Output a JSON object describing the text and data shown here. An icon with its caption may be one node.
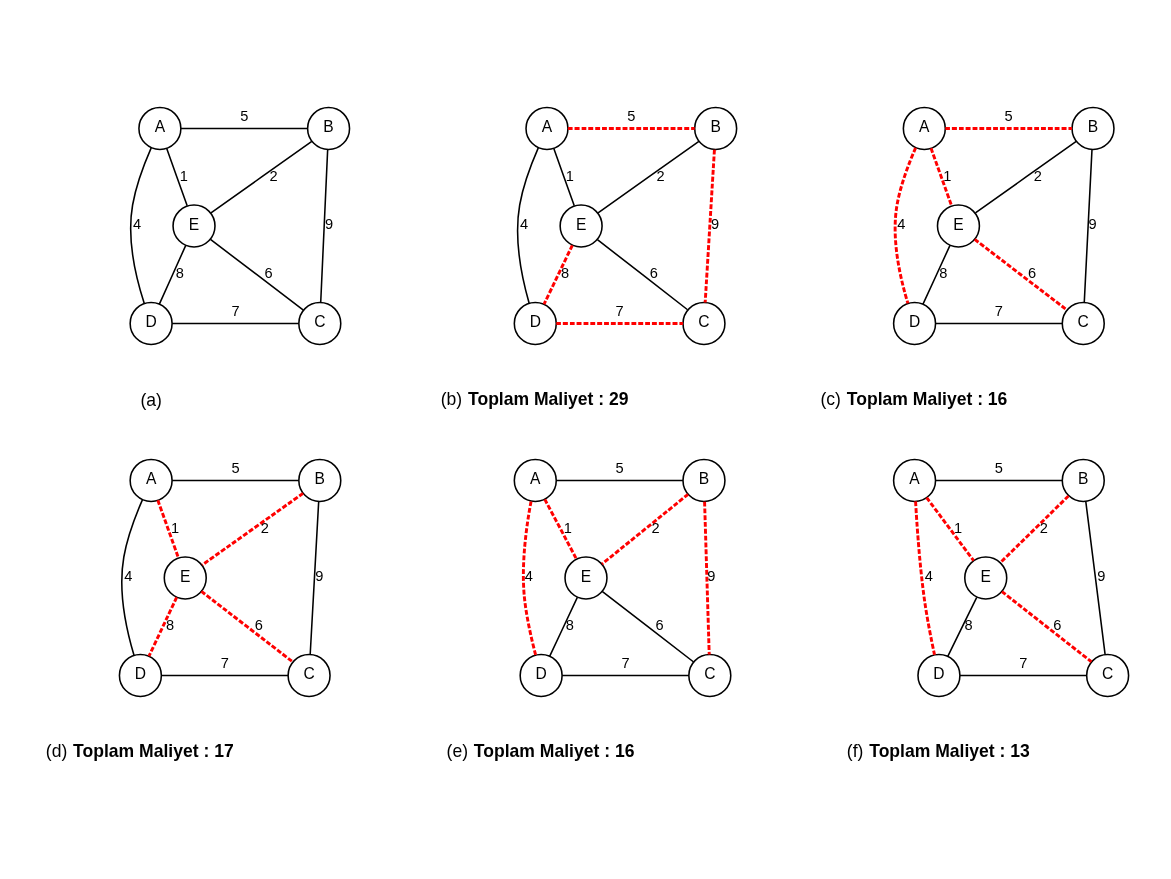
{
  "diagram": {
    "nodes": [
      {
        "text": [
          "A"
        ]
      },
      {
        "text": [
          "B"
        ]
      },
      {
        "text": [
          "E"
        ]
      },
      {
        "text": [
          "D"
        ]
      },
      {
        "text": [
          "C"
        ]
      },
      {
        "text": [
          "A"
        ]
      },
      {
        "text": [
          "B"
        ]
      },
      {
        "text": [
          "E"
        ]
      },
      {
        "text": [
          "D"
        ]
      },
      {
        "text": [
          "C"
        ]
      },
      {
        "text": [
          "A"
        ]
      },
      {
        "text": [
          "B"
        ]
      },
      {
        "text": [
          "E"
        ]
      },
      {
        "text": [
          "D"
        ]
      },
      {
        "text": [
          "C"
        ]
      },
      {
        "text": [
          "A"
        ]
      },
      {
        "text": [
          "B"
        ]
      },
      {
        "text": [
          "E"
        ]
      },
      {
        "text": [
          "D"
        ]
      },
      {
        "text": [
          "C"
        ]
      },
      {
        "text": [
          "A"
        ]
      },
      {
        "text": [
          "B"
        ]
      },
      {
        "text": [
          "E"
        ]
      },
      {
        "text": [
          "D"
        ]
      },
      {
        "text": [
          "C"
        ]
      },
      {
        "text": [
          "A"
        ]
      },
      {
        "text": [
          "B"
        ]
      },
      {
        "text": [
          "E"
        ]
      },
      {
        "text": [
          "D"
        ]
      },
      {
        "text": [
          "C"
        ]
      }
    ],
    "edges": [
      {
        "from": 0,
        "to": 1,
        "arrow": "none",
        "label": "5"
      },
      {
        "from": 0,
        "to": 2,
        "arrow": "none",
        "label": "1"
      },
      {
        "from": 1,
        "to": 2,
        "arrow": "none",
        "label": "2"
      },
      {
        "from": 0,
        "to": 3,
        "arrow": "none",
        "label": "4"
      },
      {
        "from": 1,
        "to": 4,
        "arrow": "none",
        "label": "9"
      },
      {
        "from": 2,
        "to": 3,
        "arrow": "none",
        "label": "8"
      },
      {
        "from": 2,
        "to": 4,
        "arrow": "none",
        "label": "6"
      },
      {
        "from": 3,
        "to": 4,
        "arrow": "none",
        "label": "7"
      },
      {
        "from": 5,
        "to": 6,
        "arrow": "none",
        "label": "5",
        "style": "dashed",
        "color": "#ff0000"
      },
      {
        "from": 5,
        "to": 7,
        "arrow": "none",
        "label": "1"
      },
      {
        "from": 6,
        "to": 7,
        "arrow": "none",
        "label": "2"
      },
      {
        "from": 5,
        "to": 8,
        "arrow": "none",
        "label": "4"
      },
      {
        "from": 6,
        "to": 9,
        "arrow": "none",
        "label": "9",
        "style": "dashed",
        "color": "#ff0000"
      },
      {
        "from": 7,
        "to": 8,
        "arrow": "none",
        "label": "8",
        "style": "dashed",
        "color": "#ff0000"
      },
      {
        "from": 7,
        "to": 9,
        "arrow": "none",
        "label": "6"
      },
      {
        "from": 8,
        "to": 9,
        "arrow": "none",
        "label": "7",
        "style": "dashed",
        "color": "#ff0000"
      },
      {
        "from": 10,
        "to": 11,
        "arrow": "none",
        "label": "5",
        "style": "dashed",
        "color": "#ff0000"
      },
      {
        "from": 10,
        "to": 12,
        "arrow": "none",
        "label": "1",
        "style": "dashed",
        "color": "#ff0000"
      },
      {
        "from": 11,
        "to": 12,
        "arrow": "none",
        "label": "2"
      },
      {
        "from": 10,
        "to": 13,
        "arrow": "none",
        "label": "4",
        "style": "dashed",
        "color": "#ff0000"
      },
      {
        "from": 11,
        "to": 14,
        "arrow": "none",
        "label": "9"
      },
      {
        "from": 12,
        "to": 13,
        "arrow": "none",
        "label": "8"
      },
      {
        "from": 12,
        "to": 14,
        "arrow": "none",
        "label": "6",
        "style": "dashed",
        "color": "#ff0000"
      },
      {
        "from": 13,
        "to": 14,
        "arrow": "none",
        "label": "7"
      },
      {
        "from": 15,
        "to": 16,
        "arrow": "none",
        "label": "5"
      },
      {
        "from": 15,
        "to": 17,
        "arrow": "none",
        "label": "1",
        "style": "dashed",
        "color": "#ff0000"
      },
      {
        "from": 16,
        "to": 17,
        "arrow": "none",
        "label": "2",
        "style": "dashed",
        "color": "#ff0000"
      },
      {
        "from": 15,
        "to": 18,
        "arrow": "none",
        "label": "4"
      },
      {
        "from": 16,
        "to": 19,
        "arrow": "none",
        "label": "9"
      },
      {
        "from": 17,
        "to": 18,
        "arrow": "none",
        "label": "8",
        "style": "dashed",
        "color": "#ff0000"
      },
      {
        "from": 17,
        "to": 19,
        "arrow": "none",
        "label": "6",
        "style": "dashed",
        "color": "#ff0000"
      },
      {
        "from": 18,
        "to": 19,
        "arrow": "none",
        "label": "7"
      },
      {
        "from": 20,
        "to": 21,
        "arrow": "none",
        "label": "5"
      },
      {
        "from": 20,
        "to": 22,
        "arrow": "none",
        "label": "1",
        "style": "dashed",
        "color": "#ff0000"
      },
      {
        "from": 21,
        "to": 22,
        "arrow": "none",
        "label": "2",
        "style": "dashed",
        "color": "#ff0000"
      },
      {
        "from": 20,
        "to": 23,
        "arrow": "none",
        "label": "4",
        "style": "dashed",
        "color": "#ff0000"
      },
      {
        "from": 21,
        "to": 24,
        "arrow": "none",
        "label": "9",
        "style": "dashed",
        "color": "#ff0000"
      },
      {
        "from": 22,
        "to": 23,
        "arrow": "none",
        "label": "8"
      },
      {
        "from": 22,
        "to": 24,
        "arrow": "none",
        "label": "6"
      },
      {
        "from": 23,
        "to": 24,
        "arrow": "none",
        "label": "7"
      },
      {
        "from": 25,
        "to": 26,
        "arrow": "none",
        "label": "5"
      },
      {
        "from": 25,
        "to": 27,
        "arrow": "none",
        "label": "1",
        "style": "dashed",
        "color": "#ff0000"
      },
      {
        "from": 26,
        "to": 27,
        "arrow": "none",
        "label": "2",
        "style": "dashed",
        "color": "#ff0000"
      },
      {
        "from": 25,
        "to": 28,
        "arrow": "none",
        "label": "4",
        "style": "dashed",
        "color": "#ff0000"
      },
      {
        "from": 26,
        "to": 29,
        "arrow": "none",
        "label": "9"
      },
      {
        "from": 27,
        "to": 28,
        "arrow": "none",
        "label": "8"
      },
      {
        "from": 27,
        "to": 29,
        "arrow": "none",
        "label": "6",
        "style": "dashed",
        "color": "#ff0000"
      },
      {
        "from": 28,
        "to": 29,
        "arrow": "none",
        "label": "7"
      }
    ],
    "labels": [
      "(a)",
      "(b) **Toplam Maliyet : 29**",
      "(c) **Toplam Maliyet : 16**",
      "(d) **Toplam Maliyet : 17**",
      "(e) **Toplam Maliyet : 16**",
      "(f) **Toplam Maliyet : 13**"
    ]
  }
}
